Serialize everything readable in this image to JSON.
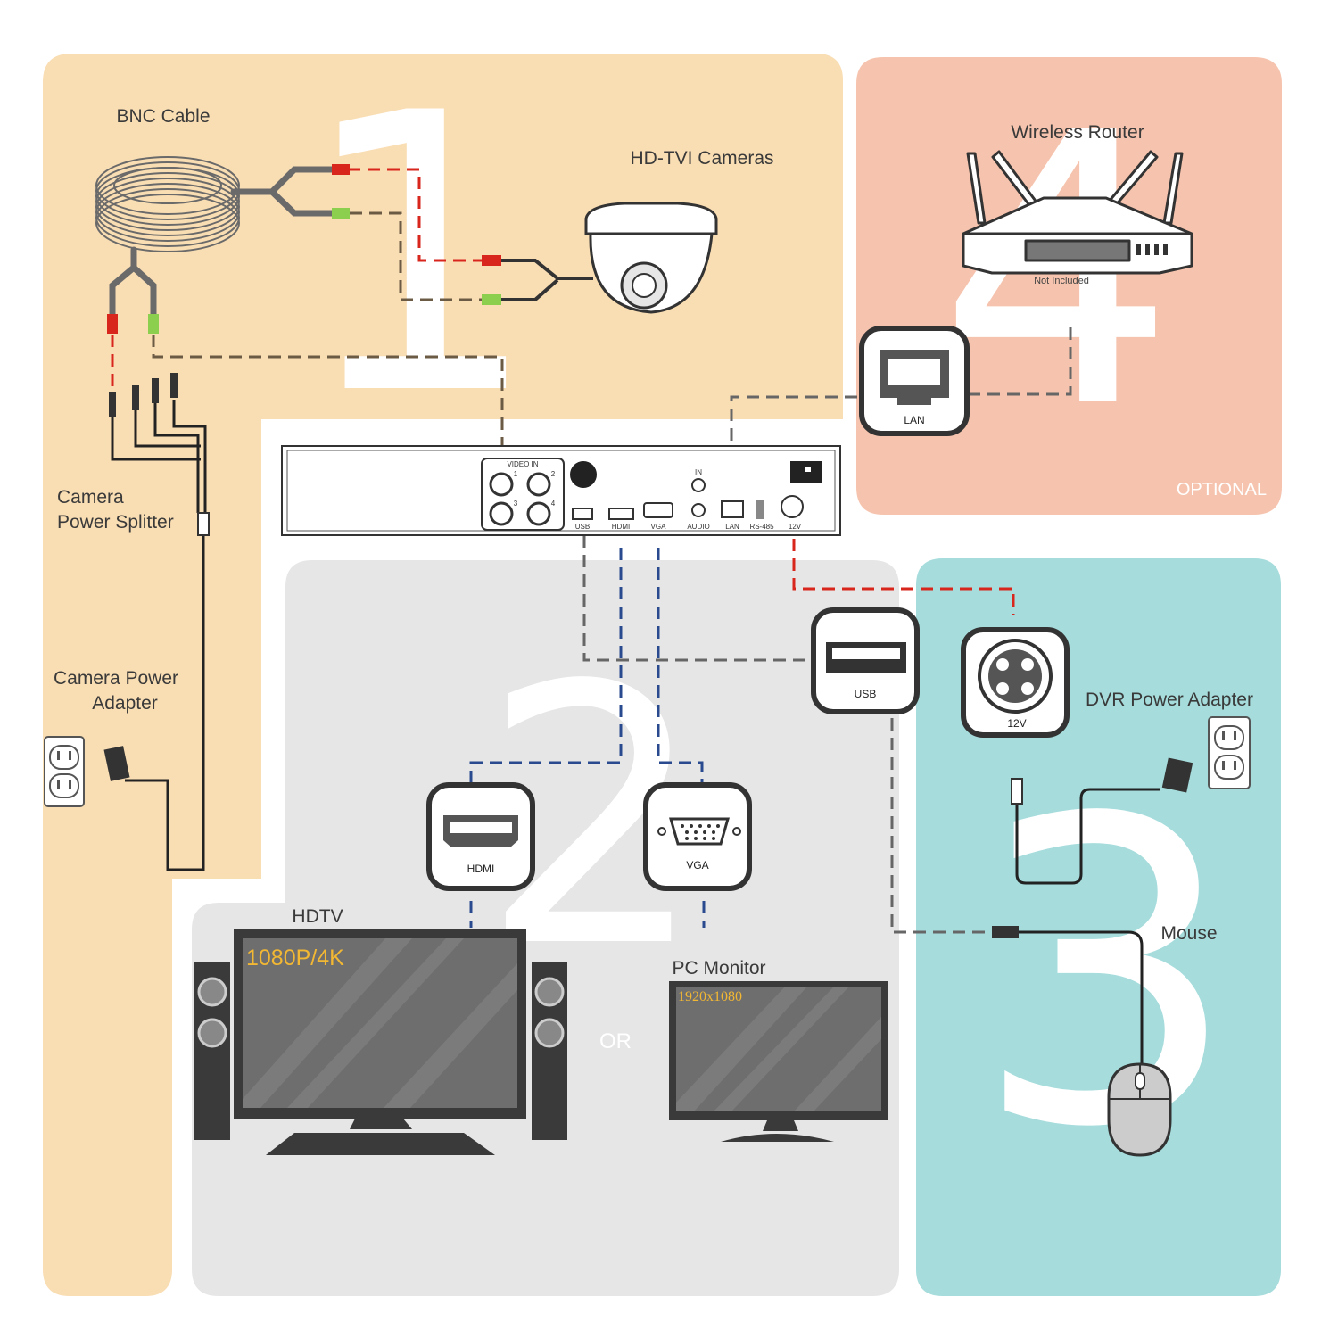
{
  "numbers": {
    "one": "1",
    "two": "2",
    "three": "3",
    "four": "4"
  },
  "zone_labels": {
    "optional": "OPTIONAL",
    "or": "OR"
  },
  "labels": {
    "bnc_cable": "BNC Cable",
    "hd_tvi_cameras": "HD-TVI Cameras",
    "wireless_router": "Wireless Router",
    "not_included": "Not Included",
    "camera_power_splitter_1": "Camera",
    "camera_power_splitter_2": "Power Splitter",
    "camera_power_adapter_1": "Camera Power",
    "camera_power_adapter_2": "Adapter",
    "dvr_power_adapter": "DVR Power Adapter",
    "mouse": "Mouse",
    "hdtv": "HDTV",
    "hdtv_resolution": "1080P/4K",
    "pc_monitor": "PC Monitor",
    "pc_monitor_resolution": "1920x1080"
  },
  "dvr_ports": {
    "video_in": "VIDEO IN",
    "usb": "USB",
    "hdmi": "HDMI",
    "vga": "VGA",
    "in": "IN",
    "audio": "AUDIO",
    "lan": "LAN",
    "rs485": "RS-485",
    "v12": "12V",
    "ch1": "1",
    "ch2": "2",
    "ch3": "3",
    "ch4": "4"
  },
  "port_badges": {
    "lan": "LAN",
    "usb": "USB",
    "v12": "12V",
    "hdmi": "HDMI",
    "vga": "VGA"
  },
  "colors": {
    "zone1": "#f9ddb3",
    "zone2": "#e6e6e6",
    "zone3": "#a6dcdc",
    "zone4": "#f6c4ae",
    "red_cable": "#d9261c",
    "brown_cable": "#6b5a44",
    "blue_cable": "#2a4a8f",
    "gray_cable": "#6a6a6a",
    "screen_text": "#f2b733"
  }
}
